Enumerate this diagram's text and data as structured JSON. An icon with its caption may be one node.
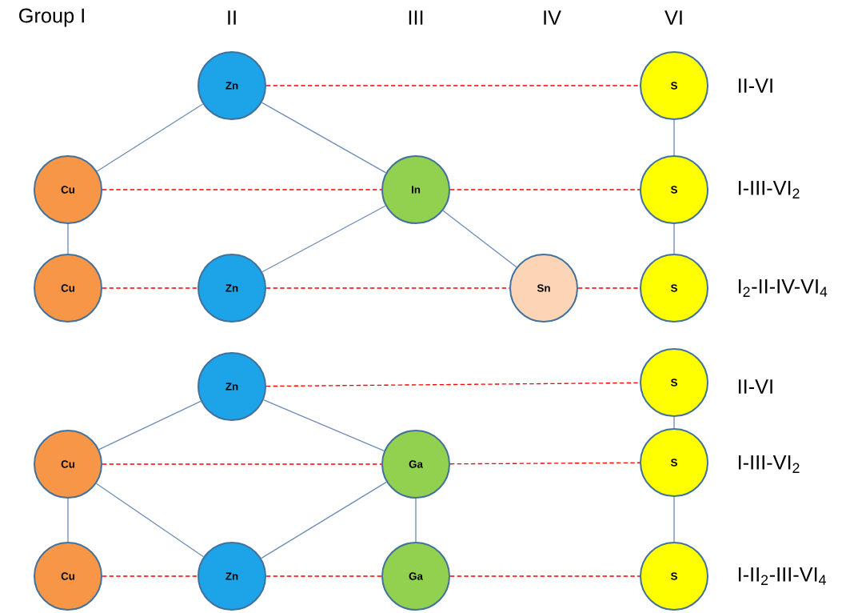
{
  "diagram": {
    "nodes": [
      {
        "text": [
          "Zn"
        ]
      },
      {
        "text": [
          "S"
        ]
      },
      {
        "text": [
          "Cu"
        ]
      },
      {
        "text": [
          "In"
        ]
      },
      {
        "text": [
          "S"
        ]
      },
      {
        "text": [
          "Cu"
        ]
      },
      {
        "text": [
          "Zn"
        ]
      },
      {
        "text": [
          "Sn"
        ]
      },
      {
        "text": [
          "S"
        ]
      },
      {
        "text": [
          "Zn"
        ]
      },
      {
        "text": [
          "S"
        ]
      },
      {
        "text": [
          "Cu"
        ]
      },
      {
        "text": [
          "Ga"
        ]
      },
      {
        "text": [
          "S"
        ]
      },
      {
        "text": [
          "Cu"
        ]
      },
      {
        "text": [
          "Zn"
        ]
      },
      {
        "text": [
          "Ga"
        ]
      },
      {
        "text": [
          "S"
        ]
      }
    ],
    "edges": [
      {
        "from": 0,
        "to": 2,
        "arrow": "none"
      },
      {
        "from": 0,
        "to": 3,
        "arrow": "none"
      },
      {
        "from": 1,
        "to": 4,
        "arrow": "none"
      },
      {
        "from": 4,
        "to": 8,
        "arrow": "none"
      },
      {
        "from": 2,
        "to": 5,
        "arrow": "none"
      },
      {
        "from": 3,
        "to": 6,
        "arrow": "none"
      },
      {
        "from": 3,
        "to": 7,
        "arrow": "none"
      },
      {
        "from": 9,
        "to": 11,
        "arrow": "none"
      },
      {
        "from": 9,
        "to": 12,
        "arrow": "none"
      },
      {
        "from": 11,
        "to": 14,
        "arrow": "none"
      },
      {
        "from": 11,
        "to": 15,
        "arrow": "none"
      },
      {
        "from": 12,
        "to": 15,
        "arrow": "none"
      },
      {
        "from": 12,
        "to": 16,
        "arrow": "none"
      },
      {
        "from": 10,
        "to": 13,
        "arrow": "none"
      },
      {
        "from": 13,
        "to": 17,
        "arrow": "none"
      },
      {
        "from": 0,
        "to": 1,
        "arrow": "none",
        "style": "dashed",
        "color": "#ff0000"
      },
      {
        "from": 2,
        "to": 3,
        "arrow": "none",
        "style": "dashed",
        "color": "#ff0000"
      },
      {
        "from": 3,
        "to": 4,
        "arrow": "none",
        "style": "dashed",
        "color": "#ff0000"
      },
      {
        "from": 5,
        "to": 6,
        "arrow": "none",
        "style": "dashed",
        "color": "#ff0000"
      },
      {
        "from": 6,
        "to": 7,
        "arrow": "none",
        "style": "dashed",
        "color": "#ff0000"
      },
      {
        "from": 7,
        "to": 8,
        "arrow": "none",
        "style": "dashed",
        "color": "#ff0000"
      },
      {
        "from": 9,
        "to": 10,
        "arrow": "none",
        "style": "dashed",
        "color": "#ff0000"
      },
      {
        "from": 11,
        "to": 12,
        "arrow": "none",
        "style": "dashed",
        "color": "#ff0000"
      },
      {
        "from": 12,
        "to": 13,
        "arrow": "none",
        "style": "dashed",
        "color": "#ff0000"
      },
      {
        "from": 14,
        "to": 15,
        "arrow": "none",
        "style": "dashed",
        "color": "#ff0000"
      },
      {
        "from": 15,
        "to": 16,
        "arrow": "none",
        "style": "dashed",
        "color": "#ff0000"
      },
      {
        "from": 16,
        "to": 17,
        "arrow": "none",
        "style": "dashed",
        "color": "#ff0000"
      }
    ],
    "labels": [
      "Group I",
      "II",
      "III",
      "IV",
      "VI",
      "II-VI",
      "I-III-VI$_{2}$",
      "I$_{2}$-II-IV-VI$_{4}$",
      "II-VI",
      "I-III-VI$_{2}$",
      "I-II$_{2}$-III-VI$_{4}$"
    ]
  }
}
